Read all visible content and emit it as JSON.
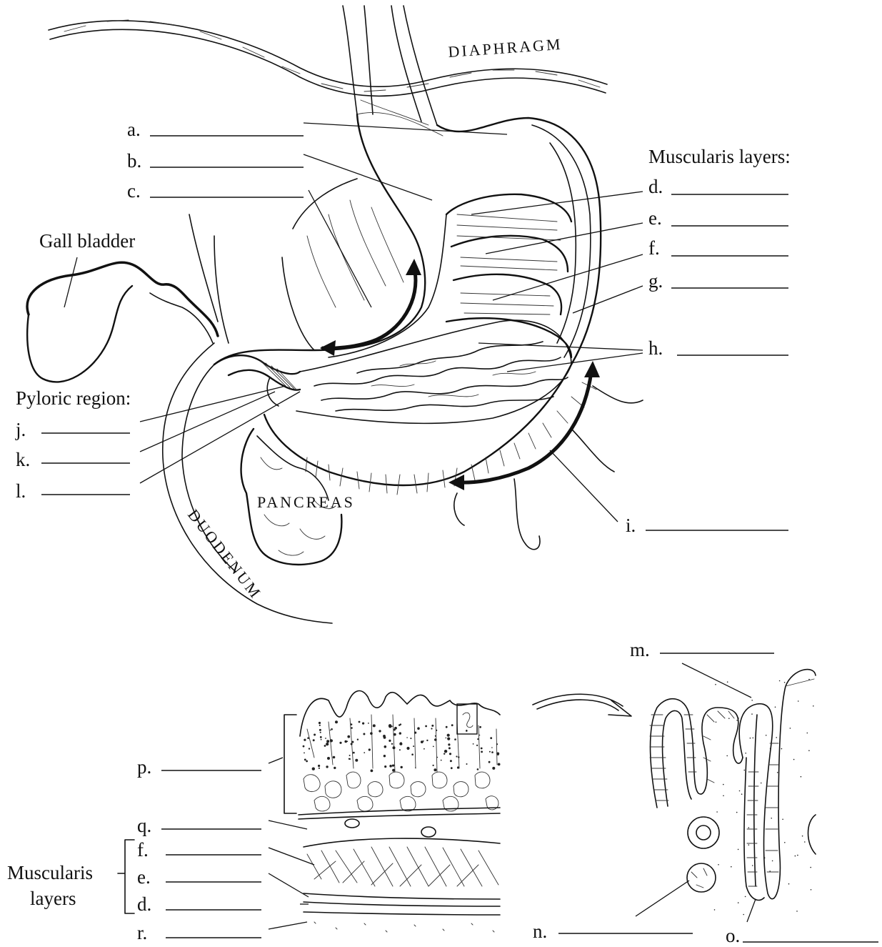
{
  "captions": {
    "diaphragm": "DIAPHRAGM",
    "gall_bladder": "Gall bladder",
    "muscularis_layers_header": "Muscularis layers:",
    "pyloric_region": "Pyloric region:",
    "pancreas": "PANCREAS",
    "duodenum": "DUODENUM",
    "muscularis_layers_bottom_line1": "Muscularis",
    "muscularis_layers_bottom_line2": "layers"
  },
  "labels": {
    "a": "a.",
    "b": "b.",
    "c": "c.",
    "d": "d.",
    "e": "e.",
    "f": "f.",
    "g": "g.",
    "h": "h.",
    "i": "i.",
    "j": "j.",
    "k": "k.",
    "l": "l.",
    "m": "m.",
    "n": "n.",
    "o": "o.",
    "p": "p.",
    "q": "q.",
    "f2": "f.",
    "e2": "e.",
    "d2": "d.",
    "r": "r."
  }
}
